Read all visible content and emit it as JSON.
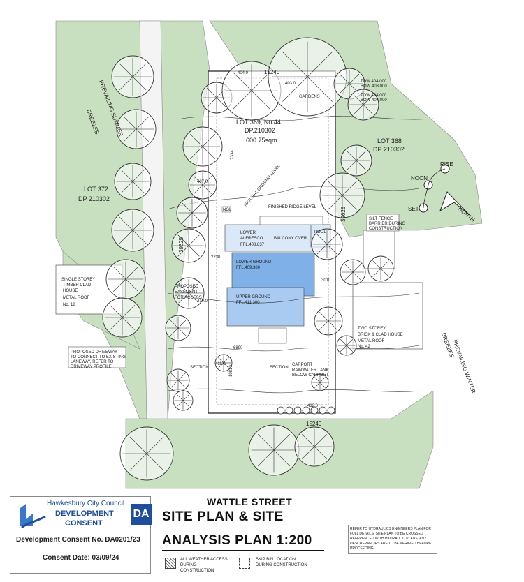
{
  "labels": {
    "lot369": "LOT 369, No.44",
    "dp369": "DP.210302",
    "area369": "600.75sqm",
    "lot368": "LOT 368",
    "dp368": "DP 210302",
    "lot372": "LOT 372",
    "dp372": "DP 210302",
    "dim_top": "15240",
    "dim_bottom": "15240",
    "dim_left": "39625",
    "dim_right": "39625",
    "dim_10810": "10810",
    "dim_6890": "6890",
    "dim_3010": "3010",
    "dim_2230": "2230",
    "dim_17334": "17334",
    "lower_alfresco": "LOWER",
    "lower_alfresco2": "ALFRESCO",
    "alfresco_ffl": "FFL.408.837",
    "balcony": "BALCONY OVER",
    "pool": "POOL",
    "lower_ground": "LOWER GROUND",
    "lower_ground_ffl": "FFL.409.380",
    "upper_ground": "UPPER GROUND",
    "upper_ground_ffl": "FFL.411.300",
    "carport": "CARPORT",
    "rainwater": "RAINWATER TANK",
    "rainwater2": "BELOW CARPORT",
    "easement": "PROPOSED",
    "easement2": "EASEMENT",
    "easement3": "FOR ACCESS",
    "single_storey": "SINGLE STOREY",
    "timber_clad": "TIMBER CLAD",
    "house": "HOUSE",
    "metal_roof": "METAL ROOF",
    "no18": "No. 18",
    "two_storey": "TWO STOREY",
    "brick_clad": "BRICK & CLAD HOUSE",
    "metal_roof2": "METAL ROOF",
    "no42": "No. 42",
    "silt_fence": "SILT FENCE",
    "silt_fence2": "BARRIER DURING",
    "silt_fence3": "CONSTRUCTION",
    "driveway": "PROPOSED DRIVEWAY",
    "driveway2": "TO CONNECT TO EXISTING",
    "driveway3": "LANEWAY, REFER TO",
    "driveway4": "DRIVEWAY PROFILE",
    "prevailing_summer": "PREVAILING SUMMER",
    "breezes_s": "BREEZES",
    "prevailing_winter": "PREVAILING WINTER",
    "breezes_w": "BREEZES",
    "rise": "RISE",
    "noon": "NOON",
    "set": "SET",
    "north": "NORTH",
    "finished_ridge": "FINISHED RIDGE LEVEL",
    "natural_ground": "NATURAL GROUND LEVEL",
    "ngl": "NGL",
    "gardens": "GARDENS",
    "tow": "TOW 404.000",
    "bow": "BOW 403.000",
    "tow2": "TOW 404.000",
    "bow2": "BOW 404.000",
    "section": "SECTION",
    "section2": "SECTION",
    "rl_top": "404.0",
    "rl_403": "403.0",
    "rl_407": "407.0",
    "rl_410": "410.0",
    "rl_411": "411.0",
    "rl_412": "412.0"
  },
  "stamp": {
    "council": "Hawkesbury City Council",
    "line1": "DEVELOPMENT",
    "line2": "CONSENT",
    "badge": "DA",
    "consent_no": "Development Consent No. DA0201/23",
    "consent_date": "Consent Date: 03/09/24"
  },
  "title": {
    "street": "WATTLE STREET",
    "line1": "SITE PLAN & SITE",
    "line2": "ANALYSIS PLAN 1:200"
  },
  "legend": {
    "access": "ALL WEATHER ACCESS DURING CONSTRUCTION",
    "skip": "SKIP BIN LOCATION DURING CONSTRUCTION"
  },
  "notes": "REFER TO HYDRAULICS ENGINEERS PLAN FOR FULL DETAILS. SITE PLAN TO BE CROSSED REFERENCED WITH HYDRAULIC PLANS. ANY DESCREPANCIES ARE TO BE VERIFIED BEFORE PROCEEDING",
  "colors": {
    "green": "#c8dfc0",
    "building": "#a9cbf2",
    "building_dark": "#7fb0e8"
  }
}
